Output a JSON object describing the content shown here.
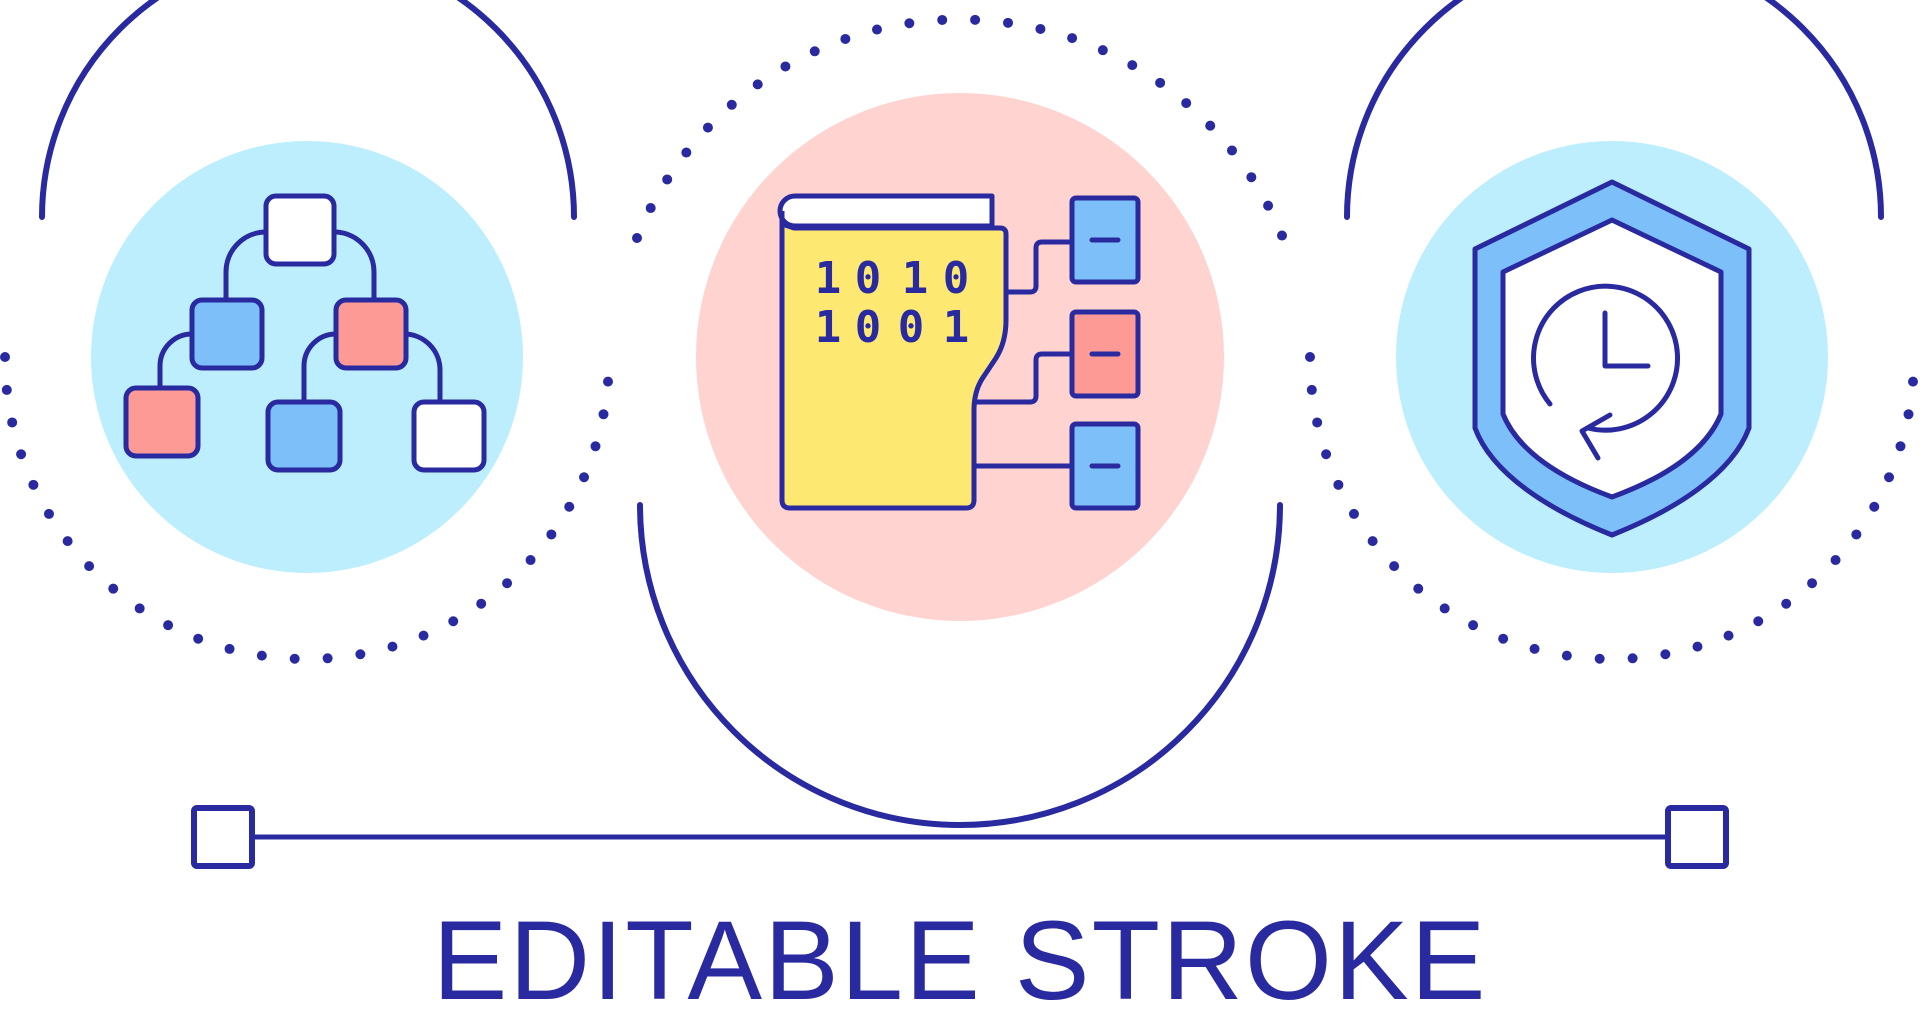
{
  "caption": "EDITABLE STROKE",
  "binary": {
    "row1": [
      "1",
      "0",
      "1",
      "0"
    ],
    "row2": [
      "1",
      "0",
      "0",
      "1"
    ]
  },
  "colors": {
    "stroke": "#2a2aa0",
    "light_blue_circle": "#bdeefd",
    "pink_circle": "#ffd3cf",
    "yellow_book": "#fde871",
    "blue_box": "#7dbff8",
    "red_box": "#fd9a95",
    "white": "#ffffff"
  },
  "icons": [
    "decision-tree-icon",
    "binary-book-icon",
    "shield-clock-icon",
    "editable-stroke-line-icon"
  ]
}
